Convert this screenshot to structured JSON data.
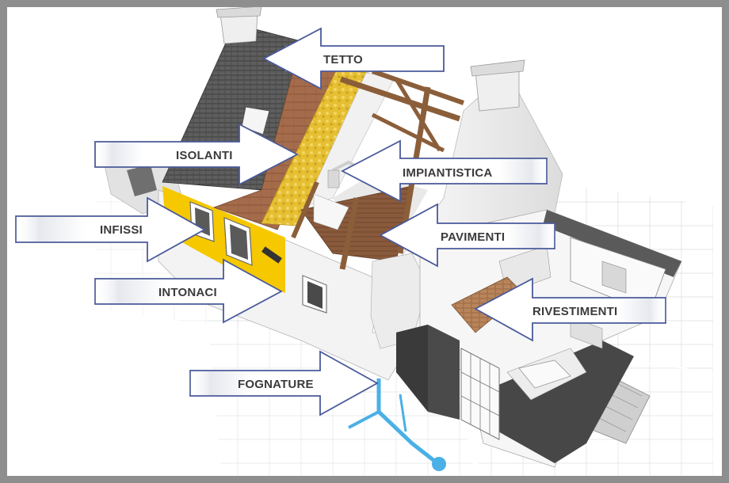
{
  "labels": {
    "tetto": "TETTO",
    "isolanti": "ISOLANTI",
    "impiantistica": "IMPIANTISTICA",
    "infissi": "INFISSI",
    "pavimenti": "PAVIMENTI",
    "intonaci": "INTONACI",
    "rivestimenti": "RIVESTIMENTI",
    "fognature": "FOGNATURE"
  },
  "colors": {
    "arrow_fill": "#ffffff",
    "arrow_stroke": "#4a5a9a",
    "label_text": "#3b3b3b",
    "roof_tiles": "#5b5b5b",
    "wood": "#a0684a",
    "insulation": "#e8c23a",
    "plaster_yellow": "#f5c800",
    "walls": "#f4f4f4",
    "dark_walls": "#4a4a4a",
    "pipes": "#4ab0e6",
    "frame": "#8e8e8e"
  }
}
